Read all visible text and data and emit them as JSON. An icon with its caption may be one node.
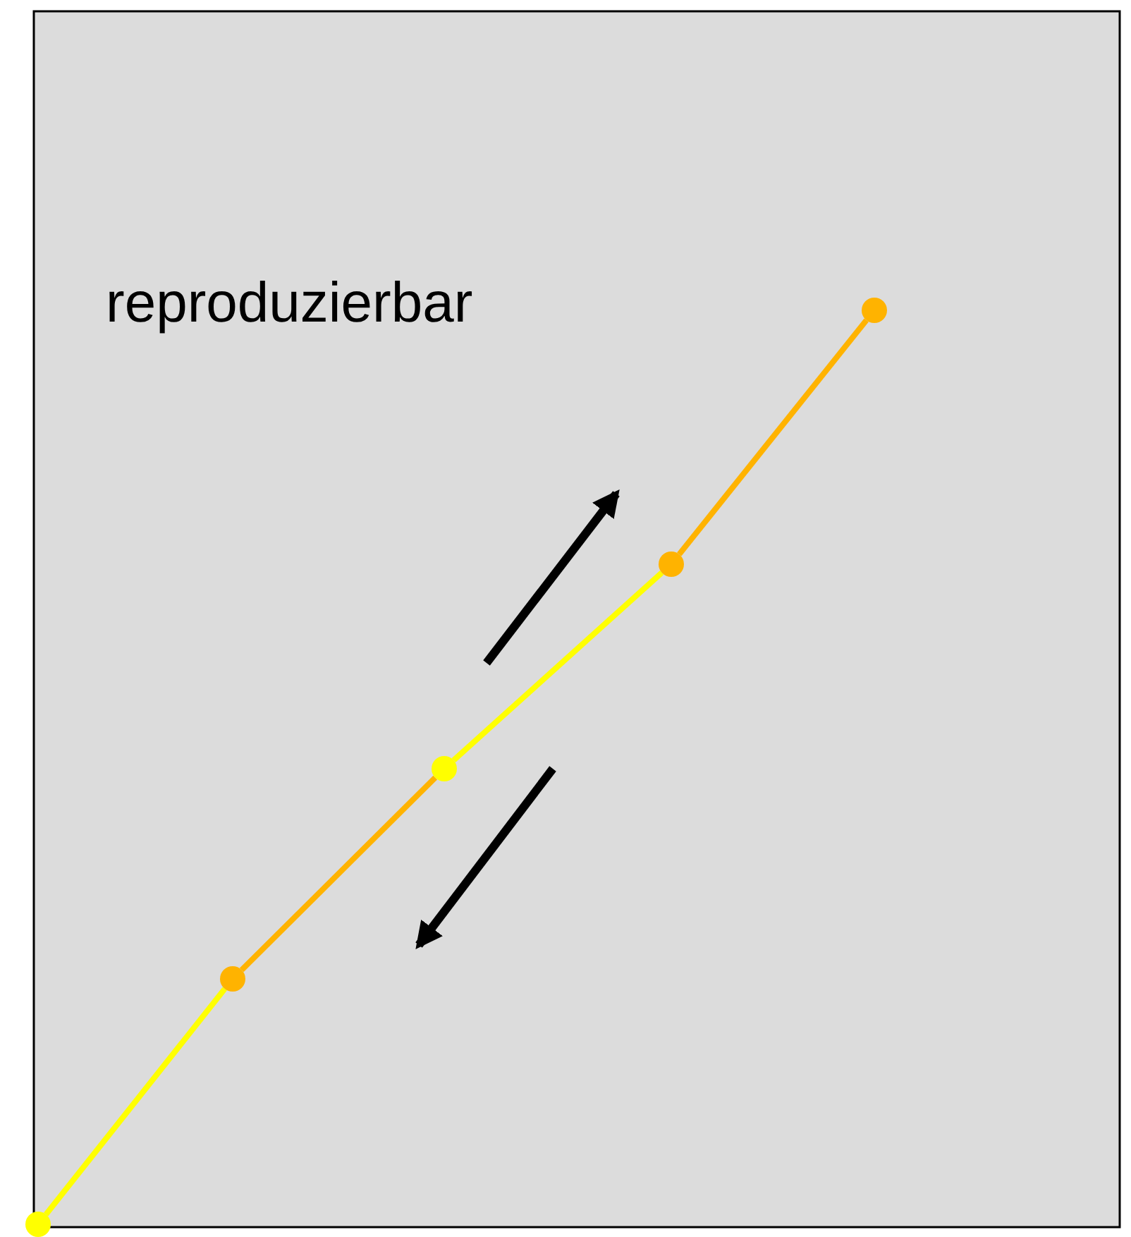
{
  "diagram": {
    "nodes": [
      {
        "text": [],
        "shape": "circle"
      },
      {
        "text": [],
        "shape": "circle"
      },
      {
        "text": [],
        "shape": "circle"
      },
      {
        "text": [],
        "shape": "circle"
      },
      {
        "text": [],
        "shape": "circle"
      }
    ],
    "edges": [
      {
        "from": 0,
        "to": 1,
        "arrow": "none",
        "color": "#ffff00"
      },
      {
        "from": 1,
        "to": 2,
        "arrow": "none",
        "color": "#ffb300"
      },
      {
        "from": 2,
        "to": 3,
        "arrow": "none",
        "color": "#ffff00"
      },
      {
        "from": 3,
        "to": 4,
        "arrow": "none",
        "color": "#ffb300"
      }
    ],
    "labels": [
      "reproduzierbar"
    ]
  }
}
